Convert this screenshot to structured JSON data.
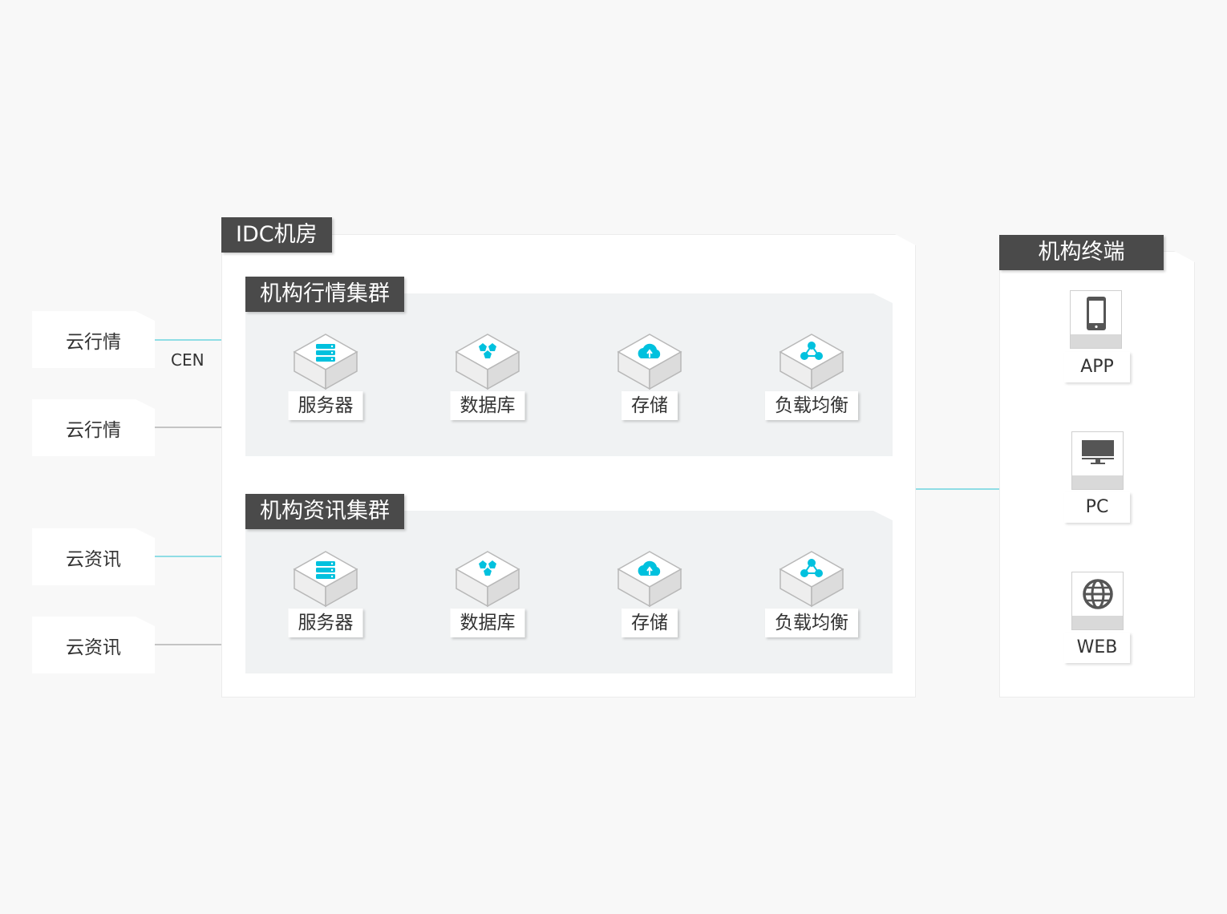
{
  "colors": {
    "accent": "#00c1de",
    "tab_bg": "#4a4a4a",
    "connector_active": "#8fdde5",
    "connector_passive": "#c4c4c4",
    "cluster_bg": "#f0f2f3"
  },
  "sources": [
    {
      "label": "云行情",
      "connector": "cyan"
    },
    {
      "label": "云行情",
      "connector": "grey"
    },
    {
      "label": "云资讯",
      "connector": "cyan"
    },
    {
      "label": "云资讯",
      "connector": "grey"
    }
  ],
  "cen_label": "CEN",
  "idc": {
    "title": "IDC机房",
    "clusters": [
      {
        "title": "机构行情集群",
        "components": [
          {
            "label": "服务器",
            "icon": "server-icon"
          },
          {
            "label": "数据库",
            "icon": "database-icon"
          },
          {
            "label": "存储",
            "icon": "cloud-storage-icon"
          },
          {
            "label": "负载均衡",
            "icon": "load-balancer-icon"
          }
        ]
      },
      {
        "title": "机构资讯集群",
        "components": [
          {
            "label": "服务器",
            "icon": "server-icon"
          },
          {
            "label": "数据库",
            "icon": "database-icon"
          },
          {
            "label": "存储",
            "icon": "cloud-storage-icon"
          },
          {
            "label": "负载均衡",
            "icon": "load-balancer-icon"
          }
        ]
      }
    ]
  },
  "terminal": {
    "title": "机构终端",
    "devices": [
      {
        "label": "APP",
        "icon": "mobile-phone-icon"
      },
      {
        "label": "PC",
        "icon": "desktop-monitor-icon"
      },
      {
        "label": "WEB",
        "icon": "globe-icon"
      }
    ]
  }
}
